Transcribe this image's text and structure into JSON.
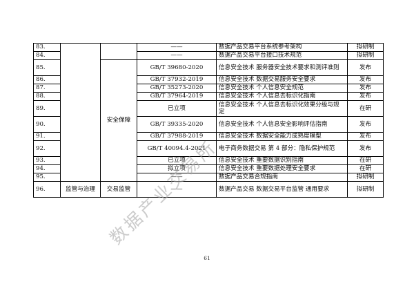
{
  "table": {
    "rows": [
      {
        "num": "83.",
        "code": "——",
        "name": "数据产品交易平台系统参考架构",
        "status": "拟研制"
      },
      {
        "num": "84.",
        "code": "——",
        "name": "数据产品交易平台接口技术规范",
        "status": "拟研制"
      },
      {
        "num": "85.",
        "code": "GB/T 39680-2020",
        "name": "信息安全技术 服务器安全技术要求和测评准则",
        "status": "发布"
      },
      {
        "num": "86.",
        "code": "GB/T 37932-2019",
        "name": "信息安全技术 数据交易服务安全要求",
        "status": "发布"
      },
      {
        "num": "87.",
        "code": "GB/T 35273-2020",
        "name": "信息安全技术 个人信息安全规范",
        "status": "发布"
      },
      {
        "num": "88.",
        "code": "GB/T 37964-2019",
        "name": "信息安全技术 个人信息去标识化指南",
        "status": "发布"
      },
      {
        "num": "89.",
        "code": "已立项",
        "name": "信息安全技术 个人信息去标识化效果分级与规定",
        "status": "在研"
      },
      {
        "num": "90.",
        "code": "GB/T 39335-2020",
        "name": "信息安全技术 个人信息安全影响评估指南",
        "status": "发布"
      },
      {
        "num": "91.",
        "code": "GB/T 37988-2019",
        "name": "信息安全技术 数据安全能力成熟度模型",
        "status": "发布"
      },
      {
        "num": "92.",
        "code": "GB/T 40094.4-2021",
        "name": "电子商务数据交易 第 4 部分：隐私保护规范",
        "status": "发布"
      },
      {
        "num": "93.",
        "code": "已立项",
        "name": "信息安全技术 重要数据识别指南",
        "status": "在研"
      },
      {
        "num": "94.",
        "code": "拟立项",
        "name": "信息安全技术 重要数据处理安全要求",
        "status": "在研"
      },
      {
        "num": "95.",
        "code": "——",
        "name": "数据产品交易合规指南",
        "status": "拟研制"
      },
      {
        "num": "96.",
        "code": "——",
        "name": "数据产品交易 数据交易平台监管 通用要求",
        "status": "拟研制"
      }
    ],
    "category_governance": "监管与治理",
    "sub_security": "安全保障",
    "sub_trade_supervision": "交易监管"
  },
  "page_number": "61",
  "watermark": "数据产业交易所"
}
